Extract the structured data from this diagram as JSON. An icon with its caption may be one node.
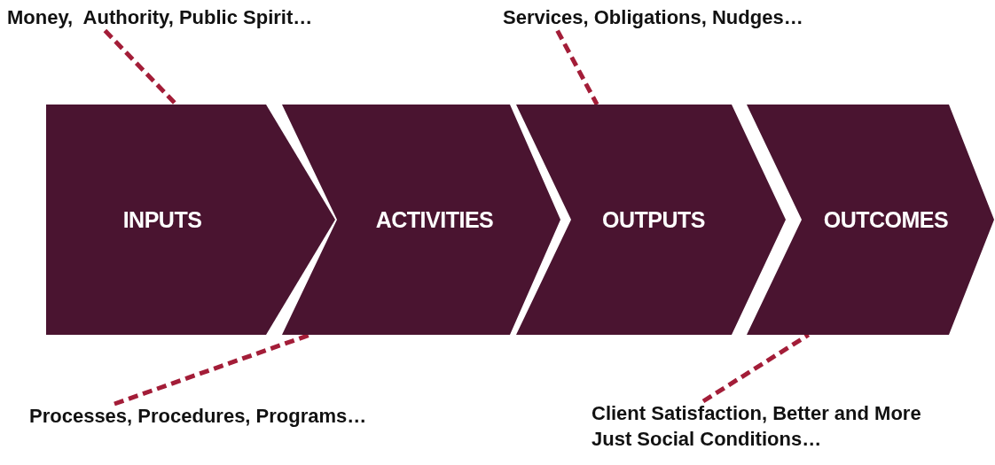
{
  "diagram": {
    "nodes": [
      {
        "text": [
          "Money,  Authority, Public Spirit…"
        ]
      },
      {
        "text": [
          "Services, Obligations, Nudges…"
        ]
      },
      {
        "text": [
          "INPUTS"
        ]
      },
      {
        "text": [
          "ACTIVITIES"
        ]
      },
      {
        "text": [
          "OUTPUTS"
        ]
      },
      {
        "text": [
          "OUTCOMES"
        ]
      },
      {
        "text": [
          "Processes, Procedures, Programs…"
        ]
      },
      {
        "text": [
          "Client Satisfaction, Better and More Just Social Conditions…"
        ]
      }
    ],
    "edges": [
      {
        "from": 0,
        "to": 2,
        "arrow": "none",
        "style": "dashed"
      },
      {
        "from": 1,
        "to": 4,
        "arrow": "none",
        "style": "dashed"
      },
      {
        "from": 6,
        "to": 3,
        "arrow": "none",
        "style": "dashed"
      },
      {
        "from": 7,
        "to": 5,
        "arrow": "none",
        "style": "dashed"
      }
    ]
  }
}
